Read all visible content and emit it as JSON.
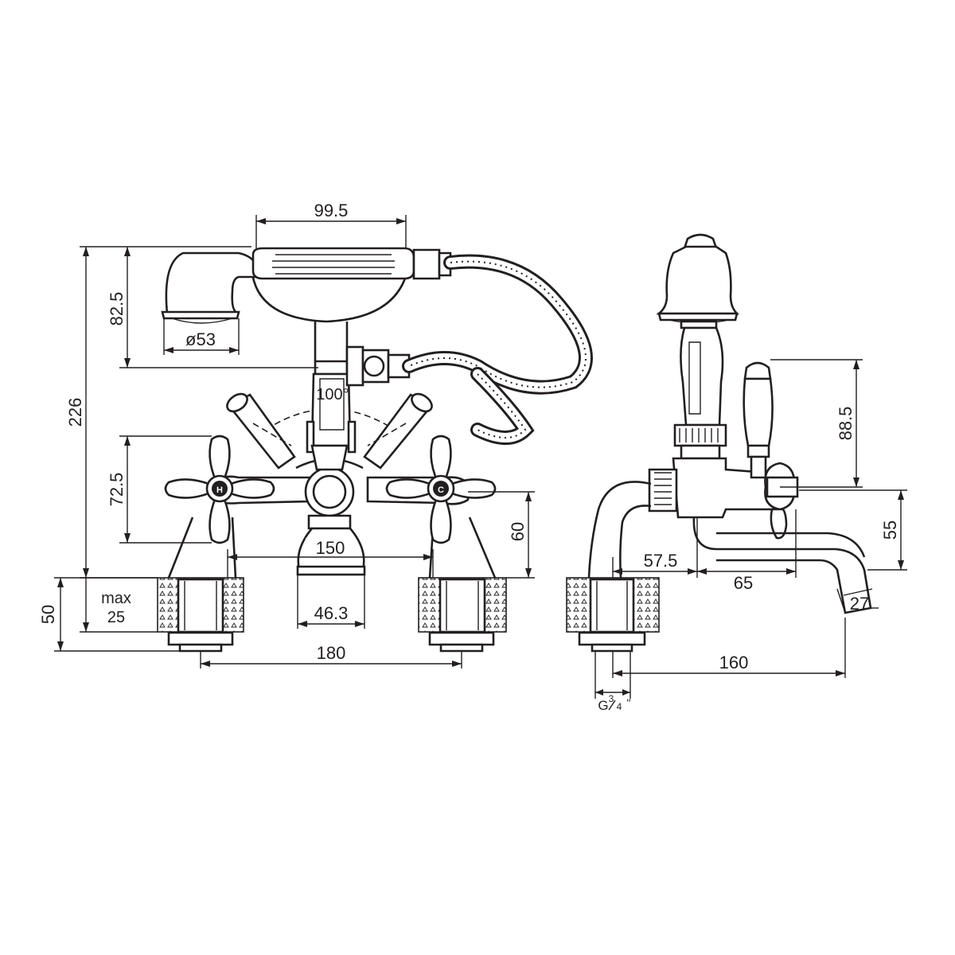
{
  "dimensions": {
    "handset_length": "99.5",
    "handset_height": "82.5",
    "head_diameter": "ø53",
    "overall_height": "226",
    "swivel_angle": "100°",
    "handle_height": "72.5",
    "body_height": "60",
    "body_width": "150",
    "spout_width": "46.3",
    "centres": "180",
    "tail_length": "50",
    "max_deck_label": "max",
    "max_deck_value": "25",
    "lever_height": "88.5",
    "spout_height": "55",
    "side_offset_a": "57.5",
    "side_offset_b": "65",
    "outlet_size": "27",
    "projection": "160",
    "thread_prefix": "G",
    "thread_numer": "3",
    "thread_denom": "4",
    "thread_suffix": "\""
  },
  "handle_markings": {
    "hot": "H",
    "cold": "C"
  },
  "colors": {
    "line": "#231f20",
    "background": "#ffffff"
  }
}
